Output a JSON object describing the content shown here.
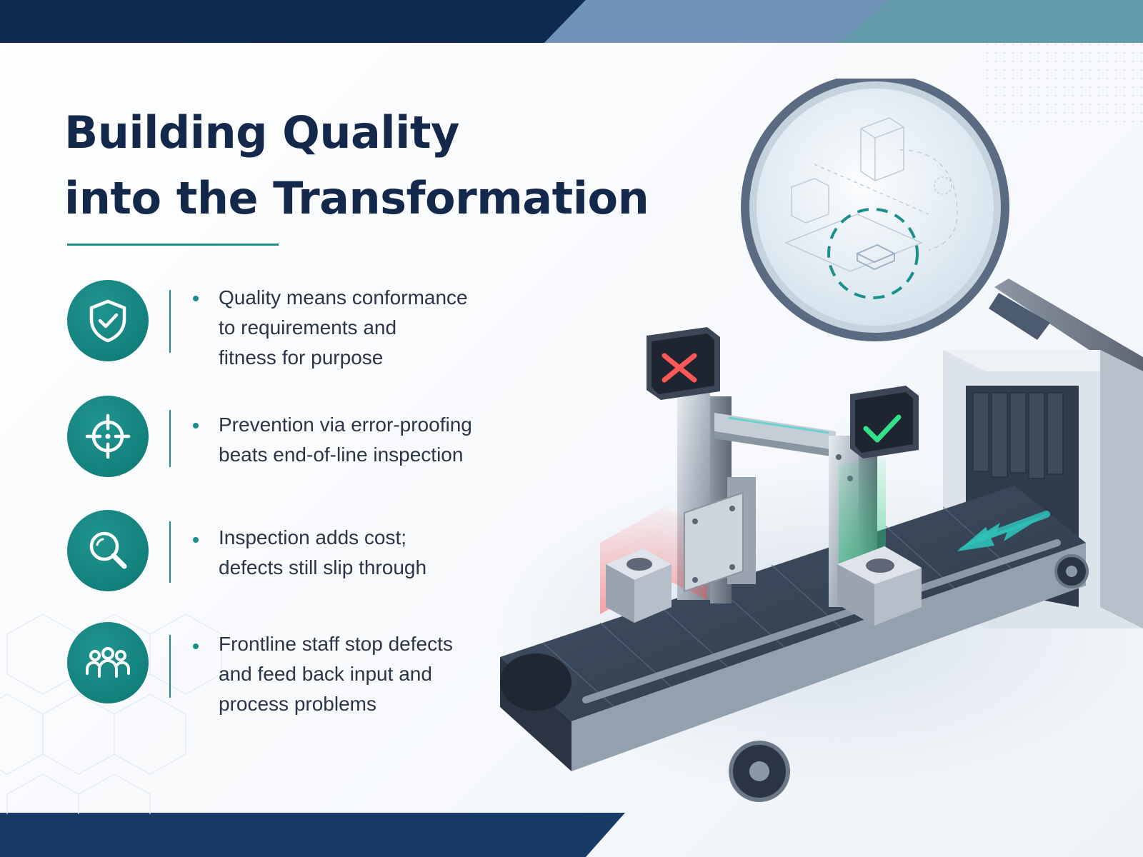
{
  "title": {
    "line1": "Building Quality",
    "line2": "into the Transformation"
  },
  "colors": {
    "navy": "#14284b",
    "teal": "#1c8f8c",
    "steel_blue": "#6f94b8",
    "text": "#2a3546",
    "reject_red": "#e34b4b",
    "accept_green": "#2fd27c"
  },
  "points": [
    {
      "icon": "shield-check-icon",
      "lines": [
        "Quality means conformance",
        "to requirements and",
        "fitness for purpose"
      ]
    },
    {
      "icon": "crosshair-target-icon",
      "lines": [
        "Prevention via error-proofing",
        "beats end-of-line inspection"
      ]
    },
    {
      "icon": "magnifier-icon",
      "lines": [
        "Inspection adds cost;",
        "defects still slip through"
      ]
    },
    {
      "icon": "people-group-icon",
      "lines": [
        "Frontline staff stop defects",
        "and feed back input and",
        "process problems"
      ]
    }
  ],
  "illustration": {
    "icons": [
      "magnifying-glass-icon",
      "reject-x-icon",
      "accept-check-icon",
      "direction-arrow-icon"
    ]
  }
}
